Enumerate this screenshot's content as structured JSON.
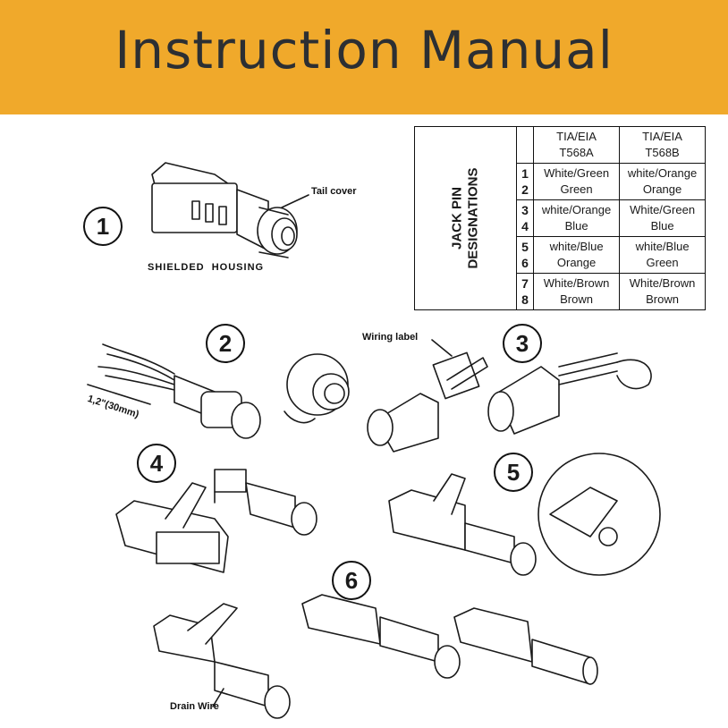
{
  "header": {
    "title": "Instruction Manual"
  },
  "steps": {
    "s1": "1",
    "s2": "2",
    "s3": "3",
    "s4": "4",
    "s5": "5",
    "s6": "6"
  },
  "labels": {
    "tail_cover": "Tail cover",
    "shielded_housing": "SHIELDED  HOUSING",
    "wiring_label": "Wiring label",
    "strip_length": "1,2\"(30mm)",
    "drain_wire": "Drain Wire"
  },
  "pin_table": {
    "side_title_line1": "JACK PIN",
    "side_title_line2": "DESIGNATIONS",
    "col_a_line1": "TIA/EIA",
    "col_a_line2": "T568A",
    "col_b_line1": "TIA/EIA",
    "col_b_line2": "T568B",
    "rows": [
      {
        "pin1": "1",
        "pin2": "2",
        "a1": "White/Green",
        "a2": "Green",
        "b1": "white/Orange",
        "b2": "Orange"
      },
      {
        "pin1": "3",
        "pin2": "4",
        "a1": "white/Orange",
        "a2": "Blue",
        "b1": "White/Green",
        "b2": "Blue"
      },
      {
        "pin1": "5",
        "pin2": "6",
        "a1": "white/Blue",
        "a2": "Orange",
        "b1": "white/Blue",
        "b2": "Green"
      },
      {
        "pin1": "7",
        "pin2": "8",
        "a1": "White/Brown",
        "a2": "Brown",
        "b1": "White/Brown",
        "b2": "Brown"
      }
    ]
  },
  "colors": {
    "banner": "#f0a92b",
    "title_text": "#2c2f33",
    "line_art": "#1a1a1a"
  }
}
